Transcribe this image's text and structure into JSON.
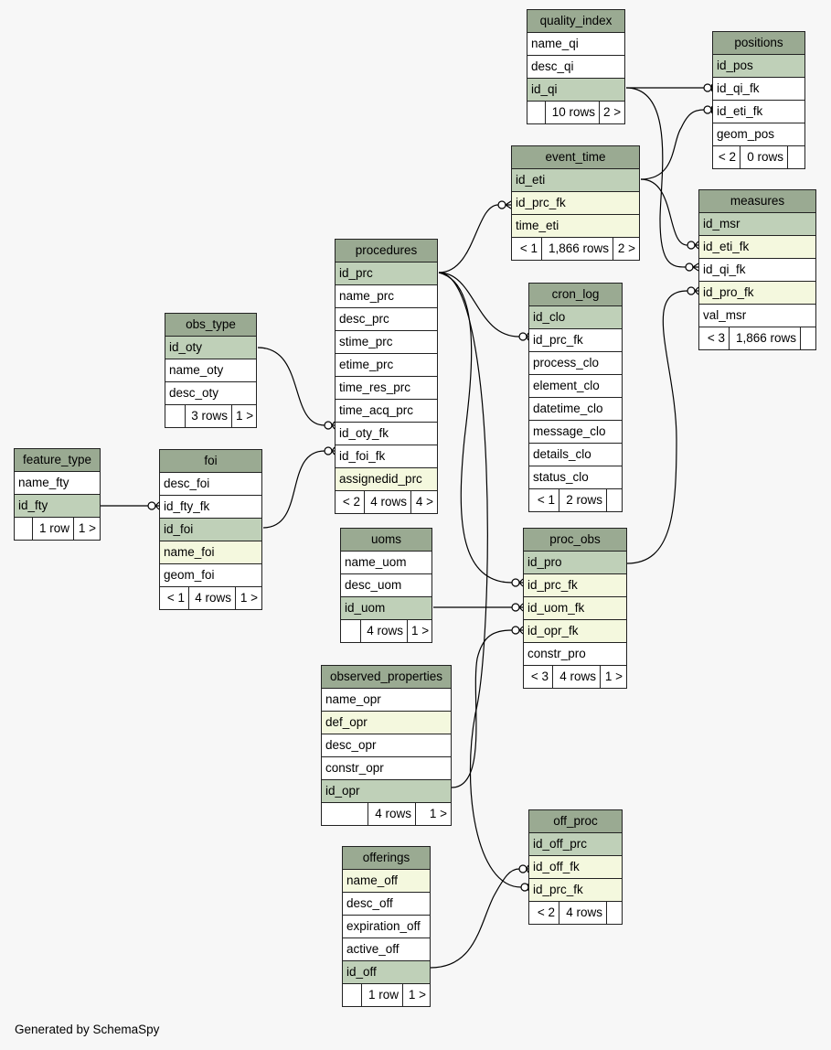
{
  "footer": "Generated by SchemaSpy",
  "tables": [
    {
      "id": "quality_index",
      "title": "quality_index",
      "rows": [
        {
          "t": "name_qi",
          "k": "n"
        },
        {
          "t": "desc_qi",
          "k": "n"
        },
        {
          "t": "id_qi",
          "k": "pk"
        }
      ],
      "foot": [
        "",
        "10 rows",
        "2 >"
      ]
    },
    {
      "id": "positions",
      "title": "positions",
      "rows": [
        {
          "t": "id_pos",
          "k": "pk"
        },
        {
          "t": "id_qi_fk",
          "k": "n"
        },
        {
          "t": "id_eti_fk",
          "k": "n"
        },
        {
          "t": "geom_pos",
          "k": "n"
        }
      ],
      "foot": [
        "< 2",
        "0 rows",
        ""
      ]
    },
    {
      "id": "event_time",
      "title": "event_time",
      "rows": [
        {
          "t": "id_eti",
          "k": "pk"
        },
        {
          "t": "id_prc_fk",
          "k": "fk"
        },
        {
          "t": "time_eti",
          "k": "fk"
        }
      ],
      "foot": [
        "< 1",
        "1,866 rows",
        "2 >"
      ]
    },
    {
      "id": "measures",
      "title": "measures",
      "rows": [
        {
          "t": "id_msr",
          "k": "pk"
        },
        {
          "t": "id_eti_fk",
          "k": "fk"
        },
        {
          "t": "id_qi_fk",
          "k": "n"
        },
        {
          "t": "id_pro_fk",
          "k": "fk"
        },
        {
          "t": "val_msr",
          "k": "n"
        }
      ],
      "foot": [
        "< 3",
        "1,866 rows",
        ""
      ]
    },
    {
      "id": "procedures",
      "title": "procedures",
      "rows": [
        {
          "t": "id_prc",
          "k": "pk"
        },
        {
          "t": "name_prc",
          "k": "n"
        },
        {
          "t": "desc_prc",
          "k": "n"
        },
        {
          "t": "stime_prc",
          "k": "n"
        },
        {
          "t": "etime_prc",
          "k": "n"
        },
        {
          "t": "time_res_prc",
          "k": "n"
        },
        {
          "t": "time_acq_prc",
          "k": "n"
        },
        {
          "t": "id_oty_fk",
          "k": "n"
        },
        {
          "t": "id_foi_fk",
          "k": "n"
        },
        {
          "t": "assignedid_prc",
          "k": "fk"
        }
      ],
      "foot": [
        "< 2",
        "4 rows",
        "4 >"
      ]
    },
    {
      "id": "cron_log",
      "title": "cron_log",
      "rows": [
        {
          "t": "id_clo",
          "k": "pk"
        },
        {
          "t": "id_prc_fk",
          "k": "n"
        },
        {
          "t": "process_clo",
          "k": "n"
        },
        {
          "t": "element_clo",
          "k": "n"
        },
        {
          "t": "datetime_clo",
          "k": "n"
        },
        {
          "t": "message_clo",
          "k": "n"
        },
        {
          "t": "details_clo",
          "k": "n"
        },
        {
          "t": "status_clo",
          "k": "n"
        }
      ],
      "foot": [
        "< 1",
        "2 rows",
        ""
      ]
    },
    {
      "id": "obs_type",
      "title": "obs_type",
      "rows": [
        {
          "t": "id_oty",
          "k": "pk"
        },
        {
          "t": "name_oty",
          "k": "n"
        },
        {
          "t": "desc_oty",
          "k": "n"
        }
      ],
      "foot": [
        "",
        "3 rows",
        "1 >"
      ]
    },
    {
      "id": "feature_type",
      "title": "feature_type",
      "rows": [
        {
          "t": "name_fty",
          "k": "n"
        },
        {
          "t": "id_fty",
          "k": "pk"
        }
      ],
      "foot": [
        "",
        "1 row",
        "1 >"
      ]
    },
    {
      "id": "foi",
      "title": "foi",
      "rows": [
        {
          "t": "desc_foi",
          "k": "n"
        },
        {
          "t": "id_fty_fk",
          "k": "n"
        },
        {
          "t": "id_foi",
          "k": "pk"
        },
        {
          "t": "name_foi",
          "k": "fk"
        },
        {
          "t": "geom_foi",
          "k": "n"
        }
      ],
      "foot": [
        "< 1",
        "4 rows",
        "1 >"
      ]
    },
    {
      "id": "uoms",
      "title": "uoms",
      "rows": [
        {
          "t": "name_uom",
          "k": "n"
        },
        {
          "t": "desc_uom",
          "k": "n"
        },
        {
          "t": "id_uom",
          "k": "pk"
        }
      ],
      "foot": [
        "",
        "4 rows",
        "1 >"
      ]
    },
    {
      "id": "proc_obs",
      "title": "proc_obs",
      "rows": [
        {
          "t": "id_pro",
          "k": "pk"
        },
        {
          "t": "id_prc_fk",
          "k": "fk"
        },
        {
          "t": "id_uom_fk",
          "k": "fk"
        },
        {
          "t": "id_opr_fk",
          "k": "fk"
        },
        {
          "t": "constr_pro",
          "k": "n"
        }
      ],
      "foot": [
        "< 3",
        "4 rows",
        "1 >"
      ]
    },
    {
      "id": "observed_properties",
      "title": "observed_properties",
      "rows": [
        {
          "t": "name_opr",
          "k": "n"
        },
        {
          "t": "def_opr",
          "k": "fk"
        },
        {
          "t": "desc_opr",
          "k": "n"
        },
        {
          "t": "constr_opr",
          "k": "n"
        },
        {
          "t": "id_opr",
          "k": "pk"
        }
      ],
      "foot": [
        "",
        "4 rows",
        "1 >"
      ]
    },
    {
      "id": "off_proc",
      "title": "off_proc",
      "rows": [
        {
          "t": "id_off_prc",
          "k": "pk"
        },
        {
          "t": "id_off_fk",
          "k": "fk"
        },
        {
          "t": "id_prc_fk",
          "k": "fk"
        }
      ],
      "foot": [
        "< 2",
        "4 rows",
        ""
      ]
    },
    {
      "id": "offerings",
      "title": "offerings",
      "rows": [
        {
          "t": "name_off",
          "k": "fk"
        },
        {
          "t": "desc_off",
          "k": "n"
        },
        {
          "t": "expiration_off",
          "k": "n"
        },
        {
          "t": "active_off",
          "k": "n"
        },
        {
          "t": "id_off",
          "k": "pk"
        }
      ],
      "foot": [
        "",
        "1 row",
        "1 >"
      ]
    }
  ],
  "relations": [
    {
      "from": "quality_index.id_qi",
      "to": "positions.id_qi_fk"
    },
    {
      "from": "quality_index.id_qi",
      "to": "measures.id_qi_fk"
    },
    {
      "from": "event_time.id_eti",
      "to": "positions.id_eti_fk"
    },
    {
      "from": "event_time.id_eti",
      "to": "measures.id_eti_fk"
    },
    {
      "from": "procedures.id_prc",
      "to": "event_time.id_prc_fk"
    },
    {
      "from": "procedures.id_prc",
      "to": "cron_log.id_prc_fk"
    },
    {
      "from": "procedures.id_prc",
      "to": "proc_obs.id_prc_fk"
    },
    {
      "from": "procedures.id_prc",
      "to": "off_proc.id_prc_fk"
    },
    {
      "from": "obs_type.id_oty",
      "to": "procedures.id_oty_fk"
    },
    {
      "from": "foi.id_foi",
      "to": "procedures.id_foi_fk"
    },
    {
      "from": "feature_type.id_fty",
      "to": "foi.id_fty_fk"
    },
    {
      "from": "uoms.id_uom",
      "to": "proc_obs.id_uom_fk"
    },
    {
      "from": "observed_properties.id_opr",
      "to": "proc_obs.id_opr_fk"
    },
    {
      "from": "offerings.id_off",
      "to": "off_proc.id_off_fk"
    },
    {
      "from": "proc_obs.id_pro",
      "to": "measures.id_pro_fk"
    }
  ]
}
